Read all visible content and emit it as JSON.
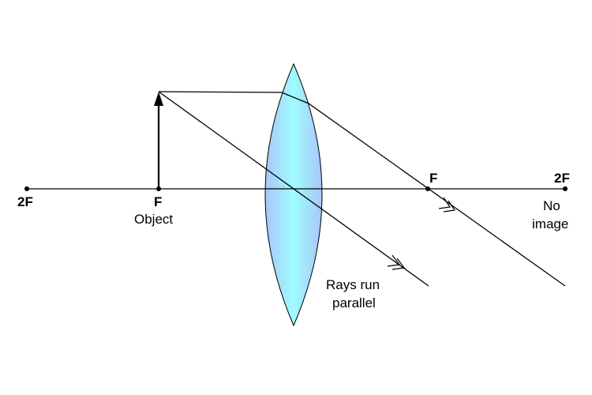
{
  "labels": {
    "left_2f": "2F",
    "left_f": "F",
    "object": "Object",
    "right_f": "F",
    "right_2f": "2F",
    "no_image_line1": "No",
    "no_image_line2": "image",
    "parallel_line1": "Rays run",
    "parallel_line2": "parallel"
  },
  "colors": {
    "lens_edge": "#a9c6fa",
    "lens_center": "#9ffcff",
    "line": "#000000"
  }
}
